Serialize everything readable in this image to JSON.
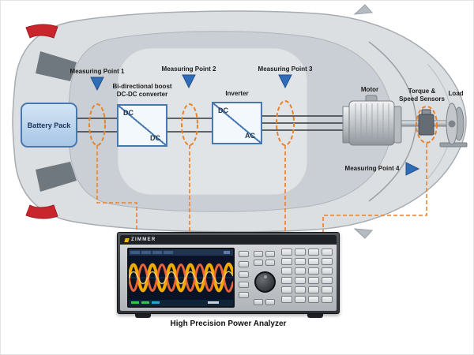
{
  "colors": {
    "accent_orange": "#E8832A",
    "measuring_blue": "#2F6DB8",
    "box_border_blue": "#4878B0",
    "taillight_red": "#C9252C",
    "car_body": "#DCDFE2"
  },
  "measuring_points": [
    {
      "label": "Measuring Point 1"
    },
    {
      "label": "Measuring Point 2"
    },
    {
      "label": "Measuring Point 3"
    },
    {
      "label": "Measuring Point 4"
    }
  ],
  "components": {
    "battery_pack": "Battery Pack",
    "dcdc_title_line1": "Bi-directional boost",
    "dcdc_title_line2": "DC-DC converter",
    "dcdc_port_top": "DC",
    "dcdc_port_bottom": "DC",
    "inverter_title": "Inverter",
    "inverter_port_top": "DC",
    "inverter_port_bottom": "AC",
    "motor": "Motor",
    "sensors_line1": "Torque &",
    "sensors_line2": "Speed Sensors",
    "load": "Load"
  },
  "analyzer": {
    "brand": "ZIMMER",
    "caption": "High Precision Power Analyzer"
  }
}
